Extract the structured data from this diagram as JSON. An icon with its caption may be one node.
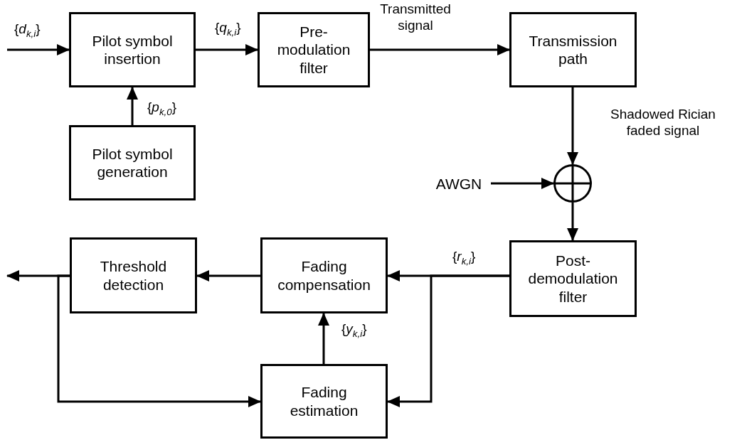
{
  "diagram": {
    "nodes": [
      {
        "text": [
          "Pilot symbol insertion"
        ]
      },
      {
        "text": [
          "Pilot symbol generation"
        ]
      },
      {
        "text": [
          "Pre- modulation filter"
        ]
      },
      {
        "text": [
          "Transmission path"
        ]
      },
      {
        "text": [
          "AWGN"
        ]
      },
      {
        "text": [],
        "shape": "circle"
      },
      {
        "text": [
          "Post- demodulation filter"
        ]
      },
      {
        "text": [
          "Threshold detection"
        ]
      },
      {
        "text": [
          "Fading compensation"
        ]
      },
      {
        "text": [
          "Fading estimation"
        ]
      }
    ],
    "edges": [
      {
        "from": null,
        "to": 0,
        "arrow": "to",
        "label": "{*d*$_{k,i}$}"
      },
      {
        "from": 0,
        "to": 2,
        "arrow": "to",
        "label": "{*q*$_{k,i}$}"
      },
      {
        "from": 1,
        "to": 0,
        "arrow": "to",
        "label": "{*p*$_{k,0}$}"
      },
      {
        "from": 2,
        "to": 3,
        "arrow": "to",
        "label": "Transmitted signal"
      },
      {
        "from": 3,
        "to": 5,
        "arrow": "to",
        "label": "Shadowed Rician faded signal"
      },
      {
        "from": 4,
        "to": 5,
        "arrow": "to"
      },
      {
        "from": 5,
        "to": 6,
        "arrow": "to"
      },
      {
        "from": 6,
        "to": 8,
        "arrow": "to",
        "label": "{*r*$_{k,i}$}"
      },
      {
        "from": 6,
        "to": 9,
        "arrow": "to"
      },
      {
        "from": 8,
        "to": 7,
        "arrow": "to"
      },
      {
        "from": 7,
        "to": null,
        "arrow": "to"
      },
      {
        "from": 7,
        "to": 9,
        "arrow": "to"
      },
      {
        "from": 9,
        "to": 8,
        "arrow": "to",
        "label": "{*y*$_{k,i}$}"
      }
    ]
  }
}
